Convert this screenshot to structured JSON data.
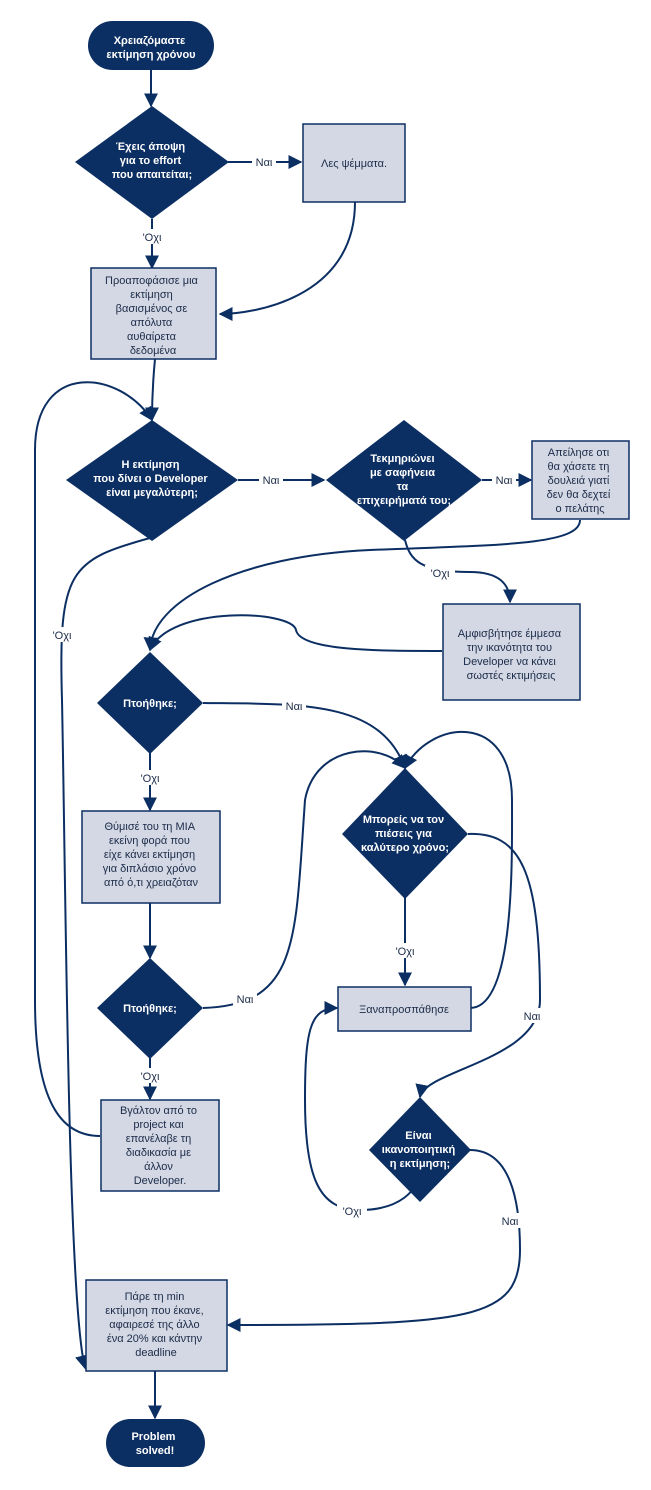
{
  "nodes": {
    "start": [
      "Χρειαζόμαστε",
      "εκτίμηση χρόνου"
    ],
    "q_opinion": [
      "Έχεις άποψη",
      "για το effort",
      "που απαιτείται;"
    ],
    "lie": [
      "Λες ψέμματα."
    ],
    "pre_estimate": [
      "Προαποφάσισε μια",
      "εκτίμηση",
      "βασισμένος σε",
      "απόλυτα",
      "αυθαίρετα",
      "δεδομένα"
    ],
    "q_developer_greater": [
      "Η εκτίμηση",
      "που δίνει ο Developer",
      "είναι μεγαλύτερη;"
    ],
    "q_justifies": [
      "Τεκμηριώνει",
      "με σαφήνεια",
      "τα",
      "επιχειρήματά του;"
    ],
    "threaten": [
      "Απείλησε οτι",
      "θα χάσετε τη",
      "δουλειά γιατί",
      "δεν θα δεχτεί",
      "ο πελάτης"
    ],
    "question_ability": [
      "Αμφισβήτησε έμμεσα",
      "την ικανότητα του",
      "Developer να κάνει",
      "σωστές εκτιμήσεις"
    ],
    "q_scared_1": [
      "Πτοήθηκε;"
    ],
    "remind": [
      "Θύμισέ του τη ΜΙΑ",
      "εκείνη φορά που",
      "είχε κάνει εκτίμηση",
      "για διπλάσιο χρόνο",
      "από ό,τι χρειαζόταν"
    ],
    "q_scared_2": [
      "Πτοήθηκε;"
    ],
    "replace": [
      "Βγάλτον από το",
      "project και",
      "επανέλαβε τη",
      "διαδικασία με",
      "άλλον",
      "Developer."
    ],
    "q_push": [
      "Μπορείς να τον",
      "πιέσεις για",
      "καλύτερο χρόνο;"
    ],
    "retry": [
      "Ξαναπροσπάθησε"
    ],
    "q_satisfying": [
      "Είναι",
      "ικανοποιητική",
      "η εκτίμηση;"
    ],
    "take_min": [
      "Πάρε τη min",
      "εκτίμηση που έκανε,",
      "αφαιρεσέ της άλλο",
      "ένα 20% και κάντην",
      "deadline"
    ],
    "end": [
      "Problem",
      "solved!"
    ]
  },
  "edge_labels": {
    "opinion_yes": "Ναι",
    "opinion_no": "'Οχι",
    "greater_yes": "Ναι",
    "greater_no": "'Οχι",
    "justifies_yes": "Ναι",
    "justifies_no": "'Οχι",
    "scared1_yes": "Ναι",
    "scared1_no": "'Οχι",
    "scared2_yes": "Ναι",
    "scared2_no": "'Οχι",
    "push_yes": "Ναι",
    "push_no": "'Οχι",
    "satisfying_yes": "Ναι",
    "satisfying_no": "'Οχι"
  },
  "colors": {
    "shape_dark": "#0c2f63",
    "process_fill": "#d3d8e4",
    "text_dark": "#1b2b48"
  }
}
